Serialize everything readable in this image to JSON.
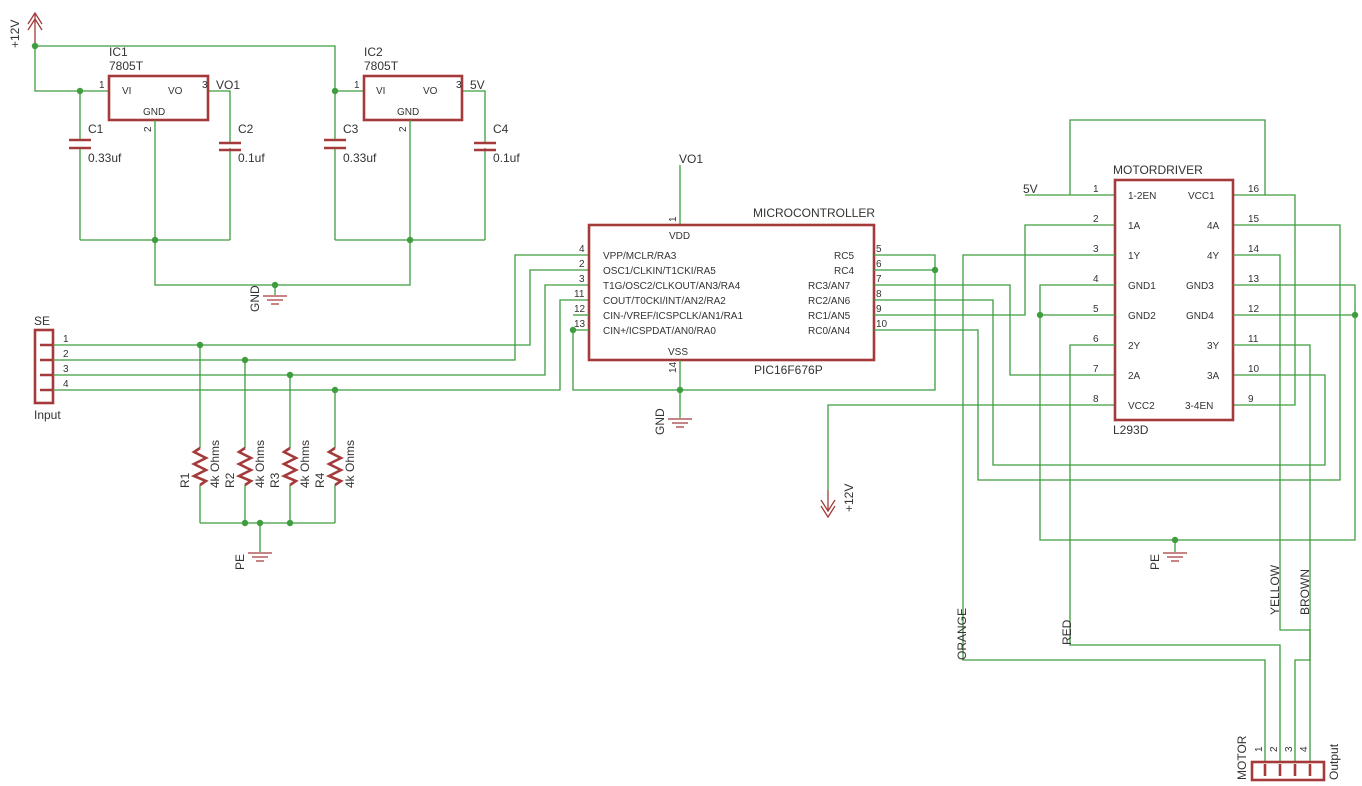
{
  "rails": {
    "v12": "+12V",
    "vo1": "VO1",
    "v5": "5V",
    "gnd": "GND",
    "pe": "PE"
  },
  "regulators": [
    {
      "name": "IC1",
      "value": "7805T",
      "vi": "VI",
      "vo": "VO",
      "gnd": "GND",
      "p1": "1",
      "p2": "2",
      "p3": "3"
    },
    {
      "name": "IC2",
      "value": "7805T",
      "vi": "VI",
      "vo": "VO",
      "gnd": "GND",
      "p1": "1",
      "p2": "2",
      "p3": "3"
    }
  ],
  "capacitors": [
    {
      "name": "C1",
      "value": "0.33uf"
    },
    {
      "name": "C2",
      "value": "0.1uf"
    },
    {
      "name": "C3",
      "value": "0.33uf"
    },
    {
      "name": "C4",
      "value": "0.1uf"
    }
  ],
  "microcontroller": {
    "title": "MICROCONTROLLER",
    "part": "PIC16F676P",
    "vdd": "VDD",
    "vss": "VSS",
    "vdd_pin": "1",
    "vss_pin": "14",
    "left_pins": [
      {
        "num": "4",
        "name": "VPP/MCLR/RA3"
      },
      {
        "num": "2",
        "name": "OSC1/CLKIN/T1CKI/RA5"
      },
      {
        "num": "3",
        "name": "T1G/OSC2/CLKOUT/AN3/RA4"
      },
      {
        "num": "11",
        "name": "COUT/T0CKI/INT/AN2/RA2"
      },
      {
        "num": "12",
        "name": "CIN-/VREF/ICSPCLK/AN1/RA1"
      },
      {
        "num": "13",
        "name": "CIN+/ICSPDAT/AN0/RA0"
      }
    ],
    "right_pins": [
      {
        "num": "5",
        "name": "RC5"
      },
      {
        "num": "6",
        "name": "RC4"
      },
      {
        "num": "7",
        "name": "RC3/AN7"
      },
      {
        "num": "8",
        "name": "RC2/AN6"
      },
      {
        "num": "9",
        "name": "RC1/AN5"
      },
      {
        "num": "10",
        "name": "RC0/AN4"
      }
    ]
  },
  "motordriver": {
    "title": "MOTORDRIVER",
    "part": "L293D",
    "left_pins": [
      {
        "num": "1",
        "name": "1-2EN"
      },
      {
        "num": "2",
        "name": "1A"
      },
      {
        "num": "3",
        "name": "1Y"
      },
      {
        "num": "4",
        "name": "GND1"
      },
      {
        "num": "5",
        "name": "GND2"
      },
      {
        "num": "6",
        "name": "2Y"
      },
      {
        "num": "7",
        "name": "2A"
      },
      {
        "num": "8",
        "name": "VCC2"
      }
    ],
    "right_pins": [
      {
        "num": "16",
        "name": "VCC1"
      },
      {
        "num": "15",
        "name": "4A"
      },
      {
        "num": "14",
        "name": "4Y"
      },
      {
        "num": "13",
        "name": "GND3"
      },
      {
        "num": "12",
        "name": "GND4"
      },
      {
        "num": "11",
        "name": "3Y"
      },
      {
        "num": "10",
        "name": "3A"
      },
      {
        "num": "9",
        "name": "3-4EN"
      }
    ]
  },
  "input_connector": {
    "name": "SE",
    "label": "Input",
    "pins": [
      "1",
      "2",
      "3",
      "4"
    ]
  },
  "resistors": [
    {
      "name": "R1",
      "value": "4k Ohms"
    },
    {
      "name": "R2",
      "value": "4k Ohms"
    },
    {
      "name": "R3",
      "value": "4k Ohms"
    },
    {
      "name": "R4",
      "value": "4k Ohms"
    }
  ],
  "output_connector": {
    "name": "MOTOR",
    "label": "Output",
    "pins": [
      "1",
      "2",
      "3",
      "4"
    ]
  },
  "wire_colors": {
    "orange": "ORANGE",
    "red": "RED",
    "yellow": "YELLOW",
    "brown": "BROWN"
  },
  "colors": {
    "wire": "#3e9d3e",
    "part": "#a53a3a",
    "text": "#333333",
    "background": "#ffffff"
  }
}
